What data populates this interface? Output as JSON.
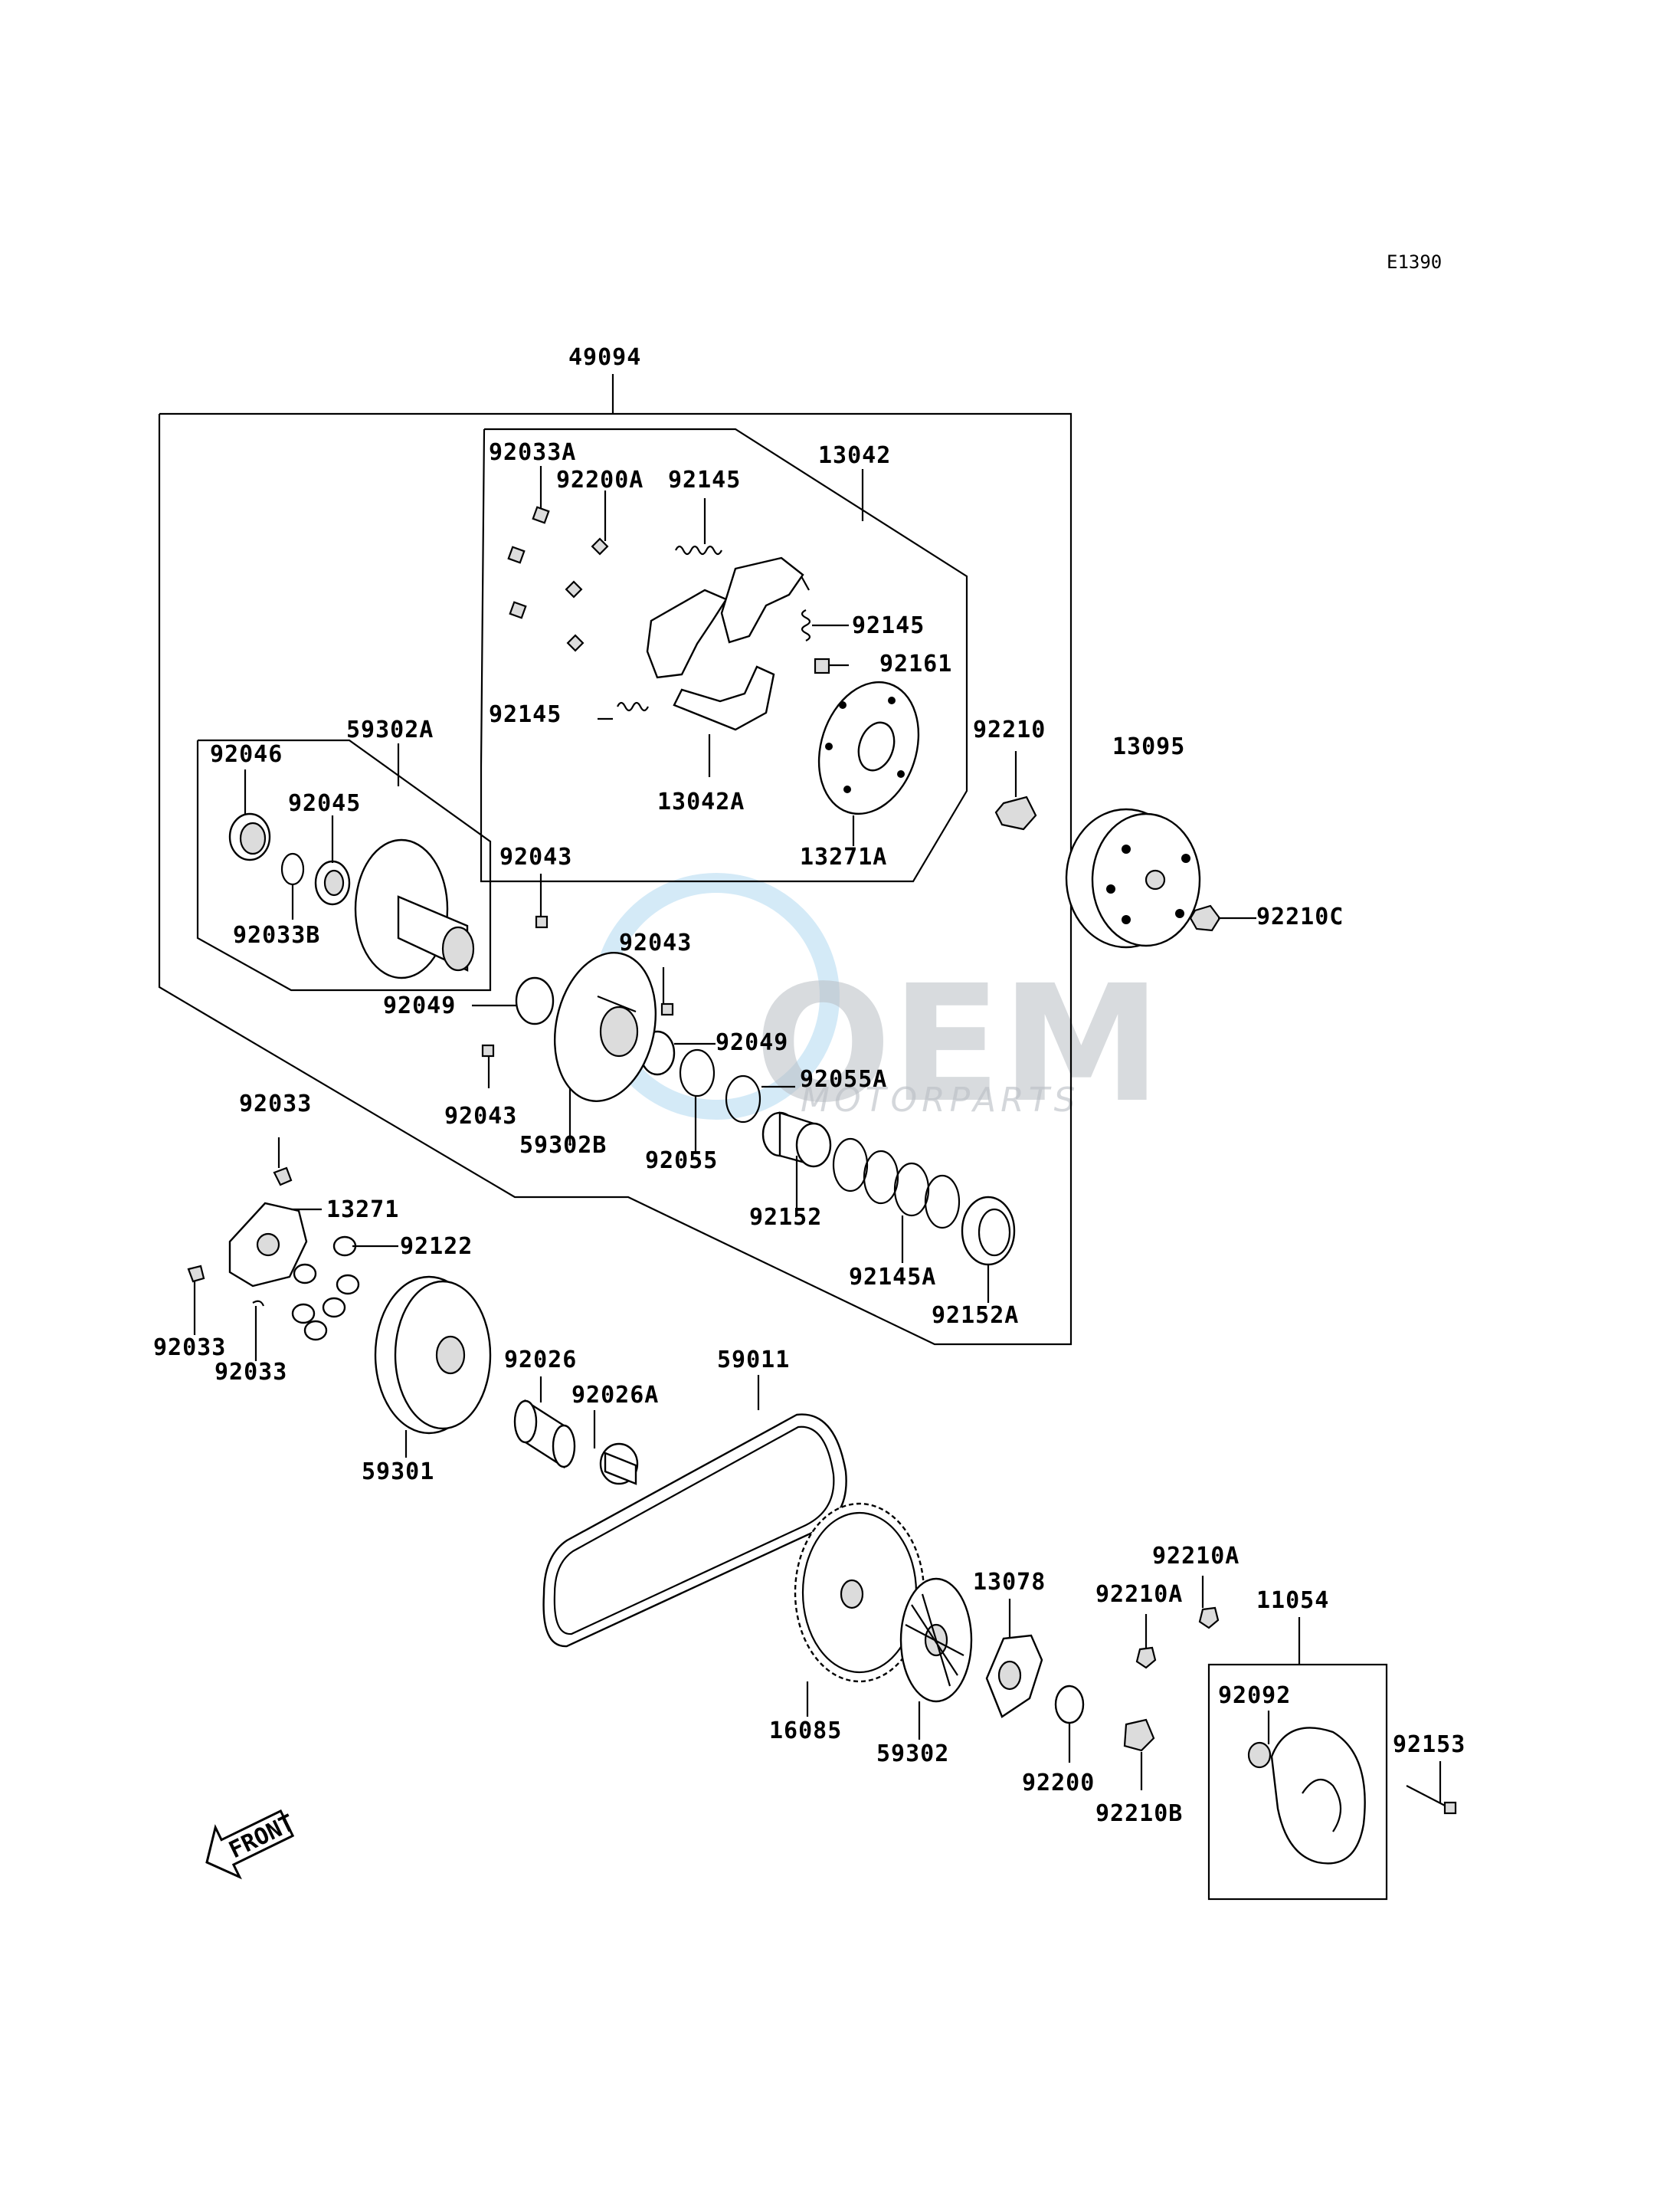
{
  "diagram_code": "E1390",
  "watermark": {
    "brand": "OEM",
    "sub": "MOTORPARTS"
  },
  "front_label": "FRONT",
  "labels": {
    "p49094": "49094",
    "p13042": "13042",
    "p92033A": "92033A",
    "p92200A": "92200A",
    "p92145a": "92145",
    "p92145b": "92145",
    "p92161": "92161",
    "p92145c": "92145",
    "p13042A": "13042A",
    "p13271A": "13271A",
    "p92210": "92210",
    "p13095": "13095",
    "p92210C": "92210C",
    "p59302A": "59302A",
    "p92046": "92046",
    "p92045": "92045",
    "p92033B": "92033B",
    "p92043a": "92043",
    "p92043b": "92043",
    "p92049a": "92049",
    "p92049b": "92049",
    "p92055A": "92055A",
    "p92043c": "92043",
    "p59302B": "59302B",
    "p92055": "92055",
    "p92152": "92152",
    "p92145A": "92145A",
    "p92152A": "92152A",
    "p92033a": "92033",
    "p13271": "13271",
    "p92122": "92122",
    "p92033b": "92033",
    "p92033c": "92033",
    "p59301": "59301",
    "p92026": "92026",
    "p92026A": "92026A",
    "p59011": "59011",
    "p16085": "16085",
    "p59302": "59302",
    "p13078": "13078",
    "p92210A1": "92210A",
    "p92210A2": "92210A",
    "p11054": "11054",
    "p92092": "92092",
    "p92153": "92153",
    "p92200": "92200",
    "p92210B": "92210B"
  }
}
